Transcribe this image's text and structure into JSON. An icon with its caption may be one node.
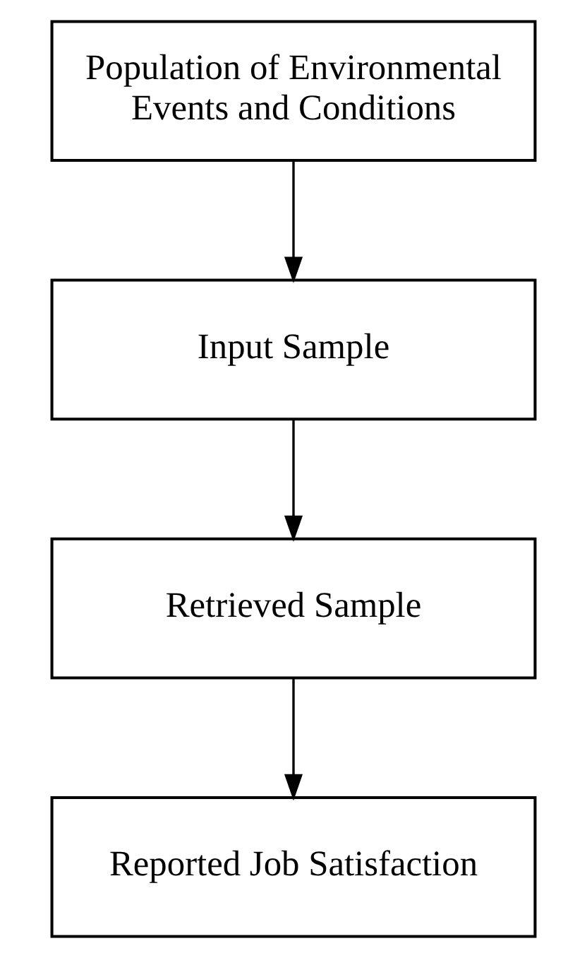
{
  "diagram": {
    "nodes": [
      {
        "text": [
          "Population of Environmental Events and Conditions"
        ]
      },
      {
        "text": [
          "Input Sample"
        ]
      },
      {
        "text": [
          "Retrieved Sample"
        ]
      },
      {
        "text": [
          "Reported Job Satisfaction"
        ]
      }
    ],
    "edges": [
      {
        "from": 0,
        "to": 1,
        "arrow": "to"
      },
      {
        "from": 1,
        "to": 2,
        "arrow": "to"
      },
      {
        "from": 2,
        "to": 3,
        "arrow": "to"
      }
    ]
  }
}
